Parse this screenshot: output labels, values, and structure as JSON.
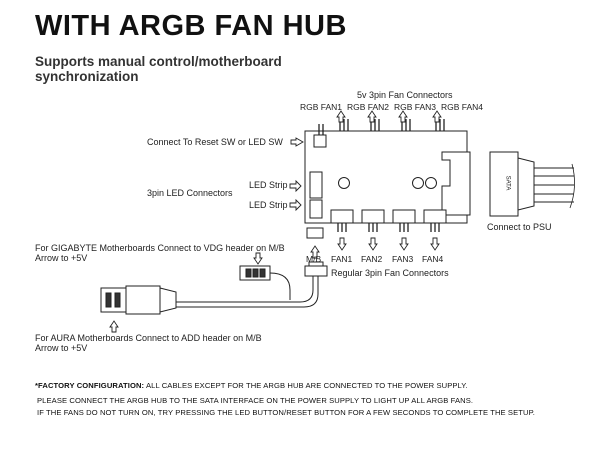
{
  "header": {
    "title": "WITH ARGB FAN HUB",
    "subtitle_line1": "Supports manual control/motherboard",
    "subtitle_line2": "synchronization"
  },
  "labels": {
    "fan_5v_group": "5v 3pin Fan Connectors",
    "rgb_fan1": "RGB FAN1",
    "rgb_fan2": "RGB FAN2",
    "rgb_fan3": "RGB FAN3",
    "rgb_fan4": "RGB FAN4",
    "reset_sw": "Connect To Reset SW or LED SW",
    "led_connectors": "3pin LED Connectors",
    "led_strip1": "LED Strip",
    "led_strip2": "LED Strip",
    "sata": "SATA",
    "connect_psu": "Connect to PSU",
    "gigabyte_line1": "For GIGABYTE Motherboards Connect to VDG header on M/B",
    "gigabyte_line2": "Arrow to +5V",
    "mb": "M/B",
    "fan1": "FAN1",
    "fan2": "FAN2",
    "fan3": "FAN3",
    "fan4": "FAN4",
    "regular_fan": "Regular 3pin Fan Connectors",
    "aura_line1": "For AURA Motherboards Connect to ADD header on M/B",
    "aura_line2": "Arrow to +5V"
  },
  "notes": {
    "factory_heading": "*FACTORY CONFIGURATION:",
    "factory_text": " ALL CABLES EXCEPT FOR THE ARGB HUB ARE CONNECTED TO THE POWER SUPPLY.",
    "line2": "PLEASE CONNECT THE ARGB HUB TO THE SATA INTERFACE ON THE POWER SUPPLY TO LIGHT UP ALL ARGB FANS.",
    "line3": "IF THE FANS DO NOT TURN ON, TRY PRESSING THE LED BUTTON/RESET BUTTON FOR A FEW SECONDS TO COMPLETE THE SETUP."
  }
}
